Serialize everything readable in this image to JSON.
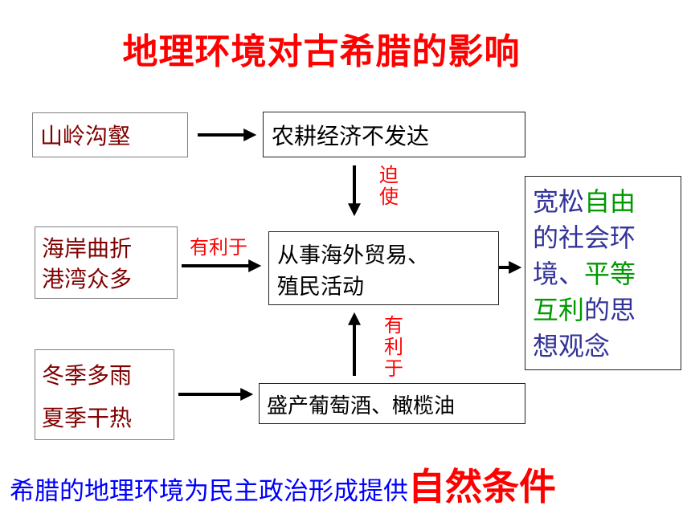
{
  "title": "地理环境对古希腊的影响",
  "causes": {
    "mountain": "山岭沟壑",
    "coast_line1": "海岸曲折",
    "coast_line2": "港湾众多",
    "climate_line1": "冬季多雨",
    "climate_line2": "夏季干热"
  },
  "effects": {
    "agriculture": "农耕经济不发达",
    "trade_line1": "从事海外贸易、",
    "trade_line2": "殖民活动",
    "products": "盛产葡萄酒、橄榄油"
  },
  "edge_labels": {
    "force_1": "迫",
    "force_2": "使",
    "benefit_h": "有利于",
    "benefit_v1": "有",
    "benefit_v2": "利",
    "benefit_v3": "于"
  },
  "result": {
    "l1a": "宽松",
    "l1b": "自由",
    "l2": "的社会环",
    "l3a": "境、",
    "l3b": "平等",
    "l4a": "互利",
    "l4b": "的思",
    "l5": "想观念"
  },
  "conclusion": {
    "prefix": "希腊的地理环境为民主政治形成提供",
    "emphasis": "自然条件"
  },
  "colors": {
    "title": "#ff0000",
    "cause_text": "#800000",
    "edge_label": "#ff0000",
    "result_blue": "#333399",
    "result_green": "#009900",
    "conclusion_blue": "#0000ff"
  }
}
